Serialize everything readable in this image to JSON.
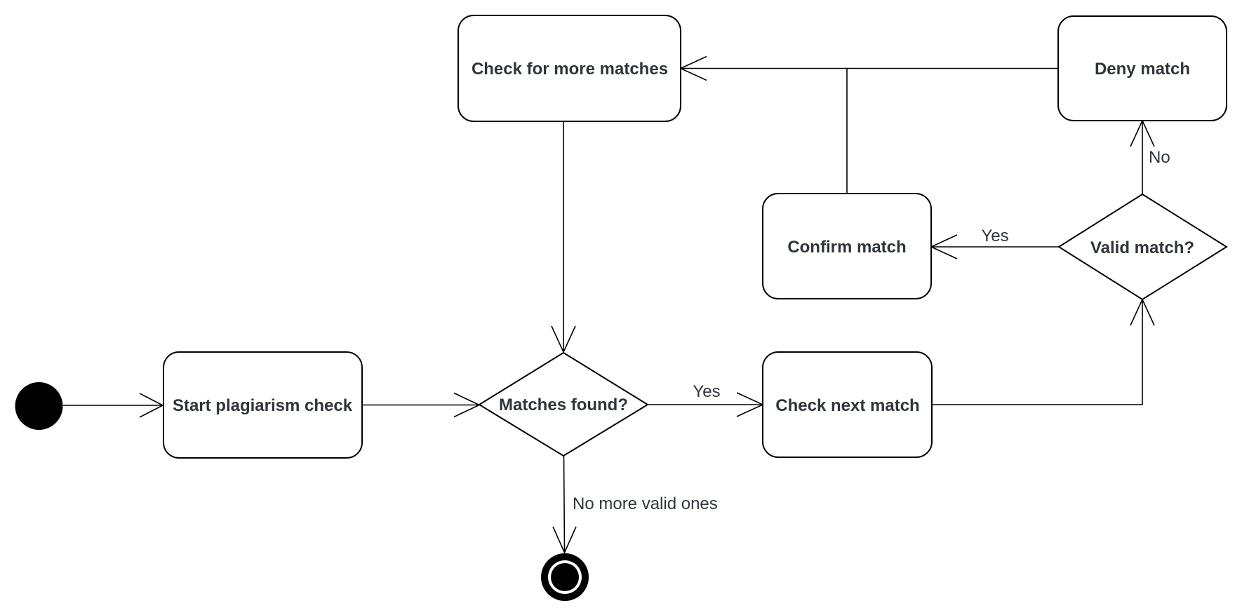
{
  "diagram": {
    "type": "uml-activity-flowchart",
    "background_color": "#ffffff",
    "line_color": "#000000",
    "text_color": "#2f353b",
    "node_fill": "#ffffff",
    "nodes": {
      "initial": {
        "type": "initial-node"
      },
      "start_action": {
        "type": "action",
        "label": "Start plagiarism check"
      },
      "matches_found": {
        "type": "decision",
        "label": "Matches found?"
      },
      "check_next": {
        "type": "action",
        "label": "Check next match"
      },
      "valid_match": {
        "type": "decision",
        "label": "Valid match?"
      },
      "confirm_match": {
        "type": "action",
        "label": "Confirm match"
      },
      "deny_match": {
        "type": "action",
        "label": "Deny match"
      },
      "check_more": {
        "type": "action",
        "label": "Check for more matches"
      },
      "final": {
        "type": "final-node"
      }
    },
    "edges": [
      {
        "from": "initial",
        "to": "start_action",
        "label": ""
      },
      {
        "from": "start_action",
        "to": "matches_found",
        "label": ""
      },
      {
        "from": "matches_found",
        "to": "check_next",
        "label": "Yes"
      },
      {
        "from": "check_next",
        "to": "valid_match",
        "label": ""
      },
      {
        "from": "valid_match",
        "to": "confirm_match",
        "label": "Yes"
      },
      {
        "from": "valid_match",
        "to": "deny_match",
        "label": "No"
      },
      {
        "from": "confirm_match",
        "to": "check_more",
        "label": ""
      },
      {
        "from": "deny_match",
        "to": "check_more",
        "label": ""
      },
      {
        "from": "check_more",
        "to": "matches_found",
        "label": ""
      },
      {
        "from": "matches_found",
        "to": "final",
        "label": "No more valid ones"
      }
    ]
  }
}
